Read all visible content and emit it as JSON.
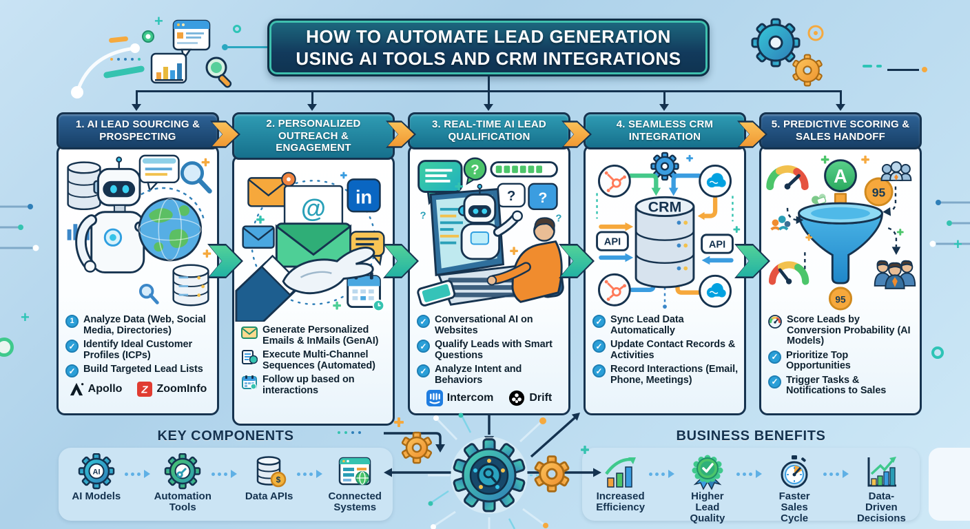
{
  "title": {
    "line1": "HOW TO AUTOMATE LEAD GENERATION",
    "line2": "USING AI TOOLS AND CRM INTEGRATIONS"
  },
  "columns": [
    {
      "header": "1. AI LEAD SOURCING & PROSPECTING",
      "bullets": [
        {
          "icon": "number-1-badge",
          "text": "Analyze Data (Web, Social Media, Directories)"
        },
        {
          "icon": "check-badge",
          "text": "Identify Ideal Customer Profiles (ICPs)"
        },
        {
          "icon": "check-badge",
          "text": "Build Targeted Lead Lists"
        }
      ],
      "logos": [
        {
          "name": "apollo",
          "label": "Apollo"
        },
        {
          "name": "zoominfo",
          "label": "ZoomInfo"
        }
      ]
    },
    {
      "header": "2. PERSONALIZED OUTREACH & ENGAGEMENT",
      "bullets": [
        {
          "icon": "envelope-icon",
          "text": "Generate Personalized Emails & InMails (GenAI)"
        },
        {
          "icon": "sequence-doc-icon",
          "text": "Execute Multi-Channel Sequences (Automated)"
        },
        {
          "icon": "calendar-icon",
          "text": "Follow up based on interactions"
        }
      ],
      "logos": []
    },
    {
      "header": "3. REAL-TIME AI LEAD QUALIFICATION",
      "bullets": [
        {
          "icon": "check-badge",
          "text": "Conversational AI on Websites"
        },
        {
          "icon": "check-badge",
          "text": "Qualify Leads with Smart Questions"
        },
        {
          "icon": "check-badge",
          "text": "Analyze Intent and Behaviors"
        }
      ],
      "logos": [
        {
          "name": "intercom",
          "label": "Intercom"
        },
        {
          "name": "drift",
          "label": "Drift"
        }
      ]
    },
    {
      "header": "4. SEAMLESS CRM INTEGRATION",
      "bullets": [
        {
          "icon": "check-badge",
          "text": "Sync Lead Data Automatically"
        },
        {
          "icon": "check-badge",
          "text": "Update Contact Records & Activities"
        },
        {
          "icon": "check-badge",
          "text": "Record Interactions (Email, Phone, Meetings)"
        }
      ],
      "logos": []
    },
    {
      "header": "5. PREDICTIVE SCORING & SALES HANDOFF",
      "bullets": [
        {
          "icon": "gauge-icon",
          "text": "Score Leads by Conversion Probability (AI Models)"
        },
        {
          "icon": "check-badge",
          "text": "Prioritize Top Opportunities"
        },
        {
          "icon": "check-badge",
          "text": "Trigger Tasks & Notifications to Sales"
        }
      ],
      "logos": []
    }
  ],
  "labels": {
    "at": "@",
    "linkedin": "in",
    "question": "?",
    "crm": "CRM",
    "api": "API",
    "grade": "A",
    "score": "95",
    "ai": "AI",
    "dollar": "$",
    "z": "Z"
  },
  "key_components": {
    "title": "KEY COMPONENTS",
    "items": [
      {
        "icon": "ai-gear-icon",
        "label": "AI Models"
      },
      {
        "icon": "automation-gear-icon",
        "label": "Automation Tools"
      },
      {
        "icon": "database-dollar-icon",
        "label": "Data APIs"
      },
      {
        "icon": "browser-window-icon",
        "label": "Connected Systems"
      }
    ]
  },
  "business_benefits": {
    "title": "BUSINESS BENEFITS",
    "items": [
      {
        "icon": "growth-bars-icon",
        "label": "Increased Efficiency"
      },
      {
        "icon": "quality-badge-icon",
        "label": "Higher Lead Quality"
      },
      {
        "icon": "stopwatch-icon",
        "label": "Faster Sales Cycle"
      },
      {
        "icon": "data-chart-icon",
        "label": "Data-Driven Decisions"
      }
    ]
  },
  "colors": {
    "navy": "#14324f",
    "teal": "#2f9cb4",
    "accent_teal": "#3fc0ae",
    "orange": "#f5a93e",
    "green": "#45c98a",
    "blue": "#3b9de0",
    "panel_blue": "#cbe4f4",
    "card_white": "#ffffff",
    "hubspot_orange": "#ff7a59",
    "salesforce_blue": "#00a1e0",
    "zoominfo_red": "#e03c31",
    "linkedin_blue": "#0a66c2",
    "intercom_blue": "#1f7de0"
  }
}
